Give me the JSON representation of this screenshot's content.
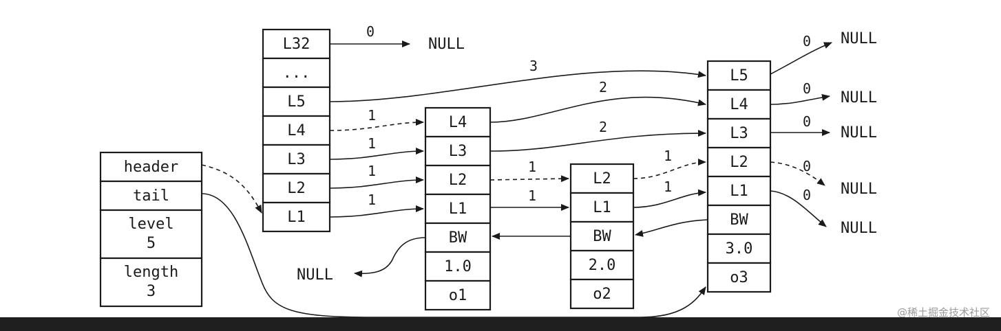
{
  "list_struct": {
    "header": "header",
    "tail": "tail",
    "level": "level",
    "level_value": "5",
    "length": "length",
    "length_value": "3"
  },
  "header_node": {
    "levels": [
      "L32",
      "...",
      "L5",
      "L4",
      "L3",
      "L2",
      "L1"
    ]
  },
  "node_o1": {
    "levels": [
      "L4",
      "L3",
      "L2",
      "L1"
    ],
    "backward": "BW",
    "score": "1.0",
    "obj": "o1"
  },
  "node_o2": {
    "levels": [
      "L2",
      "L1"
    ],
    "backward": "BW",
    "score": "2.0",
    "obj": "o2"
  },
  "node_o3": {
    "levels": [
      "L5",
      "L4",
      "L3",
      "L2",
      "L1"
    ],
    "backward": "BW",
    "score": "3.0",
    "obj": "o3"
  },
  "null_text": "NULL",
  "spans": {
    "L32": "0",
    "hdr_L5": "3",
    "hdr_L4": "1",
    "hdr_L3": "1",
    "hdr_L2": "1",
    "hdr_L1": "1",
    "o1_L4": "2",
    "o1_L3": "2",
    "o1_L2": "1",
    "o1_L1": "1",
    "o2_L2": "1",
    "o2_L1": "1",
    "o3_L5": "0",
    "o3_L4": "0",
    "o3_L3": "0",
    "o3_L2": "0",
    "o3_L1": "0"
  },
  "watermark": "@稀土掘金技术社区"
}
